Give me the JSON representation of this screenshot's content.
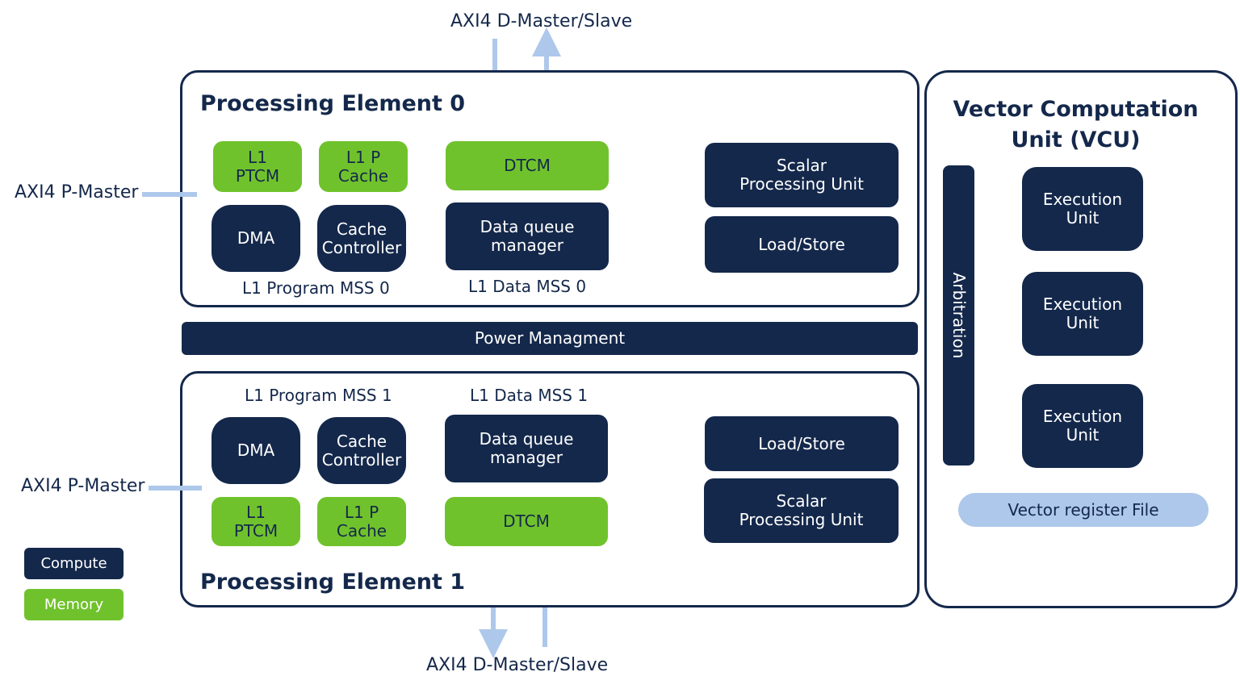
{
  "diagram": {
    "top_bus_label": "AXI4 D-Master/Slave",
    "bottom_bus_label": "AXI4 D-Master/Slave",
    "pe0": {
      "title": "Processing Element 0",
      "port_label": "AXI4 P-Master",
      "l1_ptcm": "L1\nPTCM",
      "l1_p_cache": "L1 P\nCache",
      "dma": "DMA",
      "cache_controller": "Cache\nController",
      "program_mss_label": "L1 Program MSS 0",
      "dtcm": "DTCM",
      "data_queue_manager": "Data queue\nmanager",
      "data_mss_label": "L1 Data MSS 0",
      "scalar_unit": "Scalar\nProcessing Unit",
      "load_store": "Load/Store"
    },
    "power_management": "Power Managment",
    "pe1": {
      "title": "Processing Element 1",
      "port_label": "AXI4 P-Master",
      "program_mss_label": "L1 Program MSS 1",
      "data_mss_label": "L1 Data MSS 1",
      "dma": "DMA",
      "cache_controller": "Cache\nController",
      "l1_ptcm": "L1\nPTCM",
      "l1_p_cache": "L1 P\nCache",
      "data_queue_manager": "Data queue\nmanager",
      "dtcm": "DTCM",
      "load_store": "Load/Store",
      "scalar_unit": "Scalar\nProcessing Unit"
    },
    "vcu": {
      "title": "Vector Computation\nUnit (VCU)",
      "arbitration": "Arbitration",
      "execution_units": [
        "Execution\nUnit",
        "Execution\nUnit",
        "Execution\nUnit"
      ],
      "vector_register_file": "Vector register File"
    },
    "legend": {
      "compute": "Compute",
      "memory": "Memory"
    },
    "colors": {
      "compute": "#14284b",
      "memory": "#70c22c",
      "connector": "#adc8ea"
    }
  }
}
